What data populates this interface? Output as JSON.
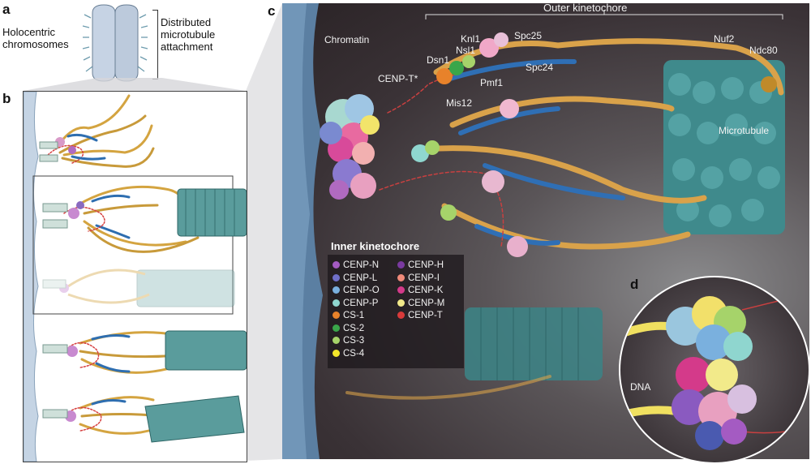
{
  "panel_a": {
    "letter": "a",
    "label_left": "Holocentric\nchromosomes",
    "label_right": "Distributed\nmicrotubule\nattachment"
  },
  "panel_b": {
    "letter": "b"
  },
  "panel_c": {
    "letter": "c",
    "outer_kinetochore_title": "Outer kinetochore",
    "labels": {
      "chromatin": "Chromatin",
      "cenp_t_star": "CENP-T*",
      "dsn1": "Dsn1",
      "knl1": "Knl1",
      "nsl1": "Nsl1",
      "spc25": "Spc25",
      "spc24": "Spc24",
      "pmf1": "Pmf1",
      "mis12": "Mis12",
      "nuf2": "Nuf2",
      "ndc80": "Ndc80",
      "microtubule": "Microtubule"
    },
    "legend": {
      "title": "Inner kinetochore",
      "left": [
        {
          "label": "CENP-N",
          "color": "#a45bc2"
        },
        {
          "label": "CENP-L",
          "color": "#6f6fc8"
        },
        {
          "label": "CENP-O",
          "color": "#7ab0de"
        },
        {
          "label": "CENP-P",
          "color": "#8fd6cf"
        },
        {
          "label": "CS-1",
          "color": "#e8822a"
        },
        {
          "label": "CS-2",
          "color": "#3aa64a"
        },
        {
          "label": "CS-3",
          "color": "#a6d36a"
        },
        {
          "label": "CS-4",
          "color": "#f4e62a"
        }
      ],
      "right": [
        {
          "label": "CENP-H",
          "color": "#7a3aa0"
        },
        {
          "label": "CENP-I",
          "color": "#f08a7a"
        },
        {
          "label": "CENP-K",
          "color": "#d43a8a"
        },
        {
          "label": "CENP-M",
          "color": "#f2ea8a"
        },
        {
          "label": "CENP-T",
          "color": "#d83a3a"
        }
      ]
    }
  },
  "panel_d": {
    "letter": "d",
    "dna_label": "DNA"
  }
}
